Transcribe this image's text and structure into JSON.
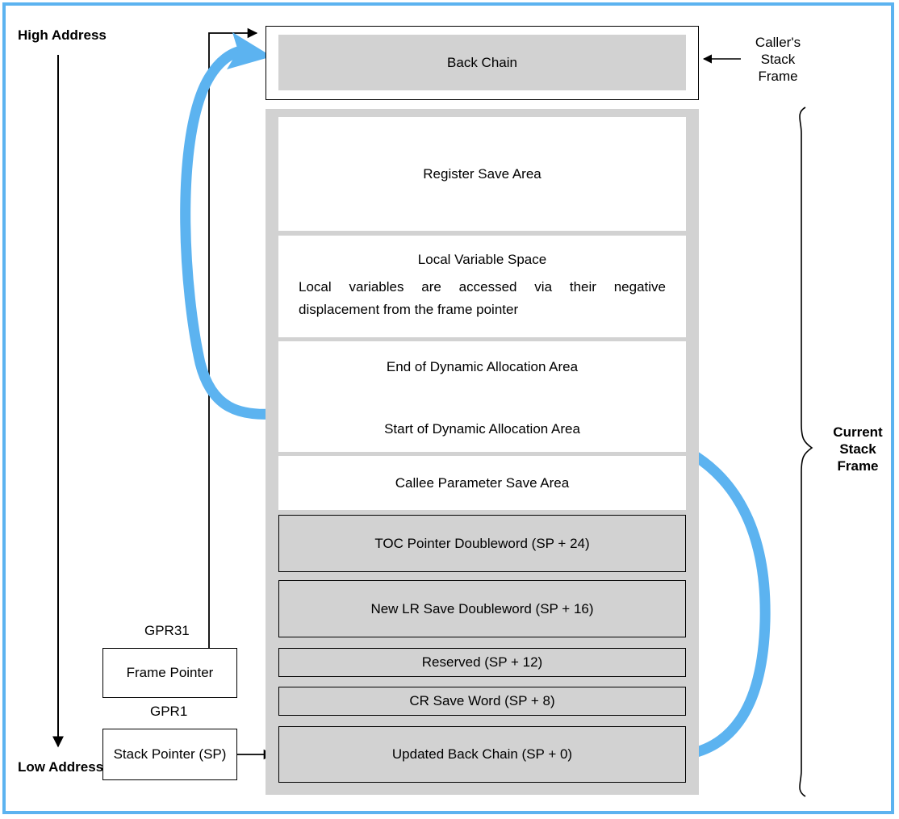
{
  "frame": {
    "accent_color": "#5cb3f0",
    "block_gray": "#d2d2d2",
    "curve_color": "#5cb3f0"
  },
  "address_axis": {
    "high_label": "High Address",
    "low_label": "Low Address"
  },
  "annotations": {
    "callers_stack_frame": "Caller's\nStack\nFrame",
    "current_stack_frame": "Current\nStack\nFrame"
  },
  "registers": [
    {
      "register_name": "GPR31",
      "box_label": "Frame Pointer"
    },
    {
      "register_name": "GPR1",
      "box_label": "Stack Pointer (SP)"
    }
  ],
  "callers_frame": {
    "cells": [
      {
        "label": "Back Chain",
        "fill": "gray"
      }
    ]
  },
  "current_frame": {
    "cells": [
      {
        "label": "Register Save Area",
        "fill": "white"
      },
      {
        "label": "Local Variable Space",
        "body": "Local variables are accessed via their negative displacement from the frame pointer",
        "fill": "white"
      },
      {
        "label_top": "End of Dynamic Allocation Area",
        "label_bottom": "Start of Dynamic Allocation Area",
        "fill": "white"
      },
      {
        "label": "Callee Parameter Save Area",
        "fill": "white"
      },
      {
        "label": "TOC Pointer Doubleword (SP + 24)",
        "fill": "gray"
      },
      {
        "label": "New LR Save Doubleword (SP + 16)",
        "fill": "gray"
      },
      {
        "label": "Reserved (SP + 12)",
        "fill": "gray"
      },
      {
        "label": "CR Save Word (SP + 8)",
        "fill": "gray"
      },
      {
        "label": "Updated Back Chain (SP + 0)",
        "fill": "gray"
      }
    ]
  }
}
